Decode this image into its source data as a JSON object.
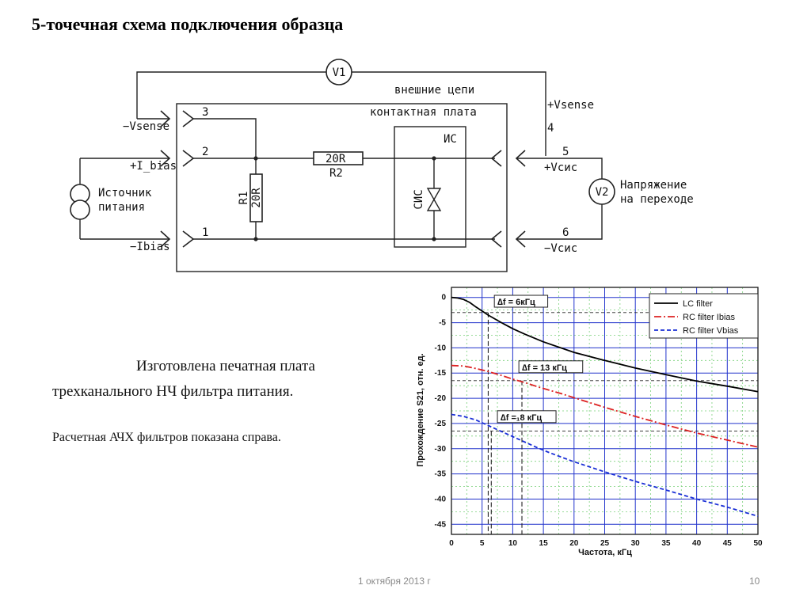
{
  "slide": {
    "title": "5-точечная схема подключения образца",
    "para1_line1": "Изготовлена печатная плата",
    "para1_line2": "трехканального НЧ фильтра питания.",
    "para2": "Расчетная АЧХ фильтров показана справа.",
    "footer_date": "1 октября 2013 г",
    "page_number": "10"
  },
  "schematic": {
    "v1": "V1",
    "v2": "V2",
    "external_circuits": "внешние цепи",
    "contact_board": "контактная плата",
    "ic": "ИС",
    "sis": "СИС",
    "source_line1": "Источник",
    "source_line2": "питания",
    "junction_line1": "Напряжение",
    "junction_line2": "на переходе",
    "minus_vsense": "−Vsense",
    "plus_ibias": "+I_bias",
    "minus_ibias": "−Ibias",
    "plus_vsense": "+Vsense",
    "plus_vsis": "+Vсис",
    "minus_vsis": "−Vсис",
    "pin1": "1",
    "pin2": "2",
    "pin3": "3",
    "pin4": "4",
    "pin5": "5",
    "pin6": "6",
    "r1_name": "R1",
    "r1_value": "20R",
    "r2_name": "R2",
    "r2_value": "20R"
  },
  "chart_data": {
    "type": "line",
    "title": "",
    "xlabel": "Частота, кГц",
    "ylabel": "Прохождение S21, отн. ед.",
    "xlim": [
      0,
      50
    ],
    "ylim": [
      -47,
      2
    ],
    "xticks": [
      0,
      5,
      10,
      15,
      20,
      25,
      30,
      35,
      40,
      45,
      50
    ],
    "yticks": [
      0,
      -5,
      -10,
      -15,
      -20,
      -25,
      -30,
      -35,
      -40,
      -45
    ],
    "grid": true,
    "legend_position": "top-right",
    "series": [
      {
        "name": "LC filter",
        "color": "#000000",
        "dash": "solid",
        "x": [
          0,
          1,
          2,
          3,
          4,
          5,
          6,
          8,
          10,
          12,
          15,
          20,
          25,
          30,
          35,
          40,
          45,
          50
        ],
        "y": [
          0,
          -0.1,
          -0.4,
          -1.0,
          -1.9,
          -2.7,
          -3.5,
          -4.9,
          -6.2,
          -7.3,
          -8.8,
          -10.9,
          -12.5,
          -14.0,
          -15.3,
          -16.6,
          -17.6,
          -18.7
        ]
      },
      {
        "name": "RC filter Ibias",
        "color": "#dd2222",
        "dash": "dashdot",
        "x": [
          0,
          2,
          4,
          6,
          8,
          10,
          12,
          14,
          16,
          18,
          20,
          25,
          30,
          35,
          40,
          45,
          50
        ],
        "y": [
          -13.5,
          -13.6,
          -14.1,
          -14.7,
          -15.4,
          -16.2,
          -16.9,
          -17.7,
          -18.4,
          -19.1,
          -19.9,
          -21.8,
          -23.6,
          -25.3,
          -26.9,
          -28.3,
          -29.7
        ]
      },
      {
        "name": "RC filter Vbias",
        "color": "#1a2fd6",
        "dash": "dashed",
        "x": [
          0,
          2,
          4,
          6,
          8,
          10,
          12,
          14,
          16,
          18,
          20,
          25,
          30,
          35,
          40,
          45,
          50
        ],
        "y": [
          -23.2,
          -23.6,
          -24.3,
          -25.4,
          -26.5,
          -27.6,
          -28.7,
          -29.8,
          -30.8,
          -31.7,
          -32.6,
          -34.6,
          -36.5,
          -38.2,
          -40.0,
          -41.6,
          -43.4
        ]
      }
    ],
    "reference_lines": [
      {
        "y": -3,
        "x": 6
      },
      {
        "y": -16.5,
        "x": 11.5
      },
      {
        "y": -26.5,
        "x": 6.5
      }
    ],
    "annotations": [
      {
        "text": "∆f = 6кГц",
        "x": 7,
        "y": -1.3
      },
      {
        "text": "∆f = 13 кГц",
        "x": 11,
        "y": -14.3
      },
      {
        "text": "∆f =₁8 кГц",
        "x": 7.5,
        "y": -24.2
      }
    ],
    "colors": {
      "grid_major": "#2233cc",
      "grid_minor": "#7ad17a"
    }
  }
}
